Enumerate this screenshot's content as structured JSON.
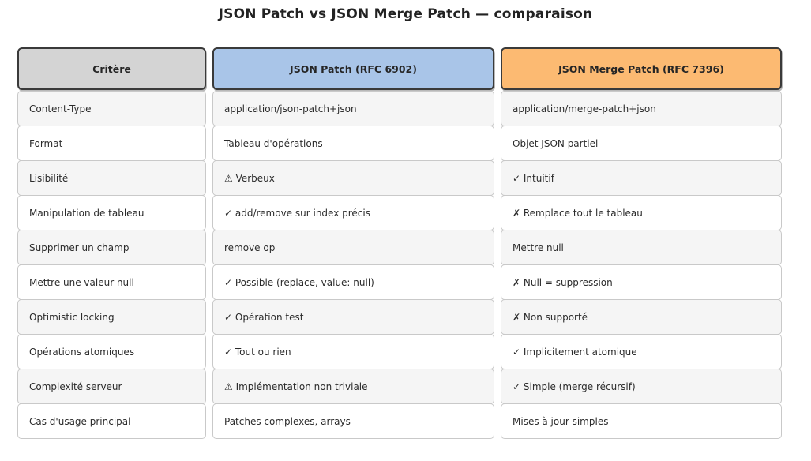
{
  "title": "JSON Patch vs JSON Merge Patch — comparaison",
  "chart_data": {
    "type": "table",
    "title": "JSON Patch vs JSON Merge Patch — comparaison",
    "columns": [
      "Critère",
      "JSON Patch (RFC 6902)",
      "JSON Merge Patch (RFC 7396)"
    ],
    "rows": [
      [
        "Content-Type",
        "application/json-patch+json",
        "application/merge-patch+json"
      ],
      [
        "Format",
        "Tableau d'opérations",
        "Objet JSON partiel"
      ],
      [
        "Lisibilité",
        "⚠ Verbeux",
        "✓ Intuitif"
      ],
      [
        "Manipulation de tableau",
        "✓ add/remove sur index précis",
        "✗ Remplace tout le tableau"
      ],
      [
        "Supprimer un champ",
        "remove op",
        "Mettre null"
      ],
      [
        "Mettre une valeur null",
        "✓ Possible (replace, value: null)",
        "✗ Null = suppression"
      ],
      [
        "Optimistic locking",
        "✓ Opération test",
        "✗ Non supporté"
      ],
      [
        "Opérations atomiques",
        "✓ Tout ou rien",
        "✓ Implicitement atomique"
      ],
      [
        "Complexité serveur",
        "⚠ Implémentation non triviale",
        "✓ Simple (merge récursif)"
      ],
      [
        "Cas d'usage principal",
        "Patches complexes, arrays",
        "Mises à jour simples"
      ]
    ],
    "layout": {
      "legend": "none",
      "grid": "off",
      "header_colors": [
        "#d4d4d4",
        "#a9c5e8",
        "#fcba72"
      ],
      "header_border_color": "#3a3a3a",
      "row_stripe_colors": [
        "#f5f5f5",
        "#ffffff"
      ],
      "cell_border_color": "#c9c9c9",
      "text_color": "#2b2b2b"
    }
  }
}
